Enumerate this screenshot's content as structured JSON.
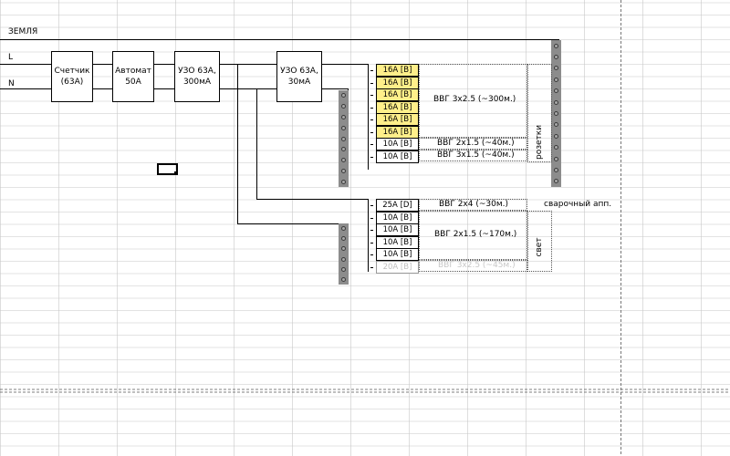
{
  "labels": {
    "ground": "ЗЕМЛЯ",
    "L": "L",
    "N": "N"
  },
  "devices": {
    "meter": [
      "Счетчик",
      "(63А)"
    ],
    "breaker": [
      "Автомат",
      "50А"
    ],
    "rcd1": [
      "УЗО 63А,",
      "300мА"
    ],
    "rcd2": [
      "УЗО 63А,",
      "30мА"
    ]
  },
  "upper_breakers": [
    "16А [B]",
    "16А [B]",
    "16А [B]",
    "16А [B]",
    "16А [B]",
    "16А [B]",
    "10А [B]",
    "10А [B]"
  ],
  "lower_breakers": [
    "25А [D]",
    "10А [B]",
    "10А [B]",
    "10А [B]",
    "10А [B]",
    "20А [B]"
  ],
  "cables": {
    "c1": "ВВГ 3x2.5 (~300м.)",
    "c2": "ВВГ 2x1.5 (~40м.)",
    "c3": "ВВГ 3x1.5 (~40м.)",
    "c4": "ВВГ 2x4 (~30м.)",
    "c5": "ВВГ 2x1.5 (~170м.)",
    "c6": "ВВГ 3x2.5 (~45м.)"
  },
  "groups": {
    "sockets": "розетки",
    "light": "свет",
    "welder": "сварочный апп."
  },
  "colors": {
    "yellow": "#ffef8a",
    "bar": "#8c8c8c",
    "grid": "#c8c8c8"
  }
}
